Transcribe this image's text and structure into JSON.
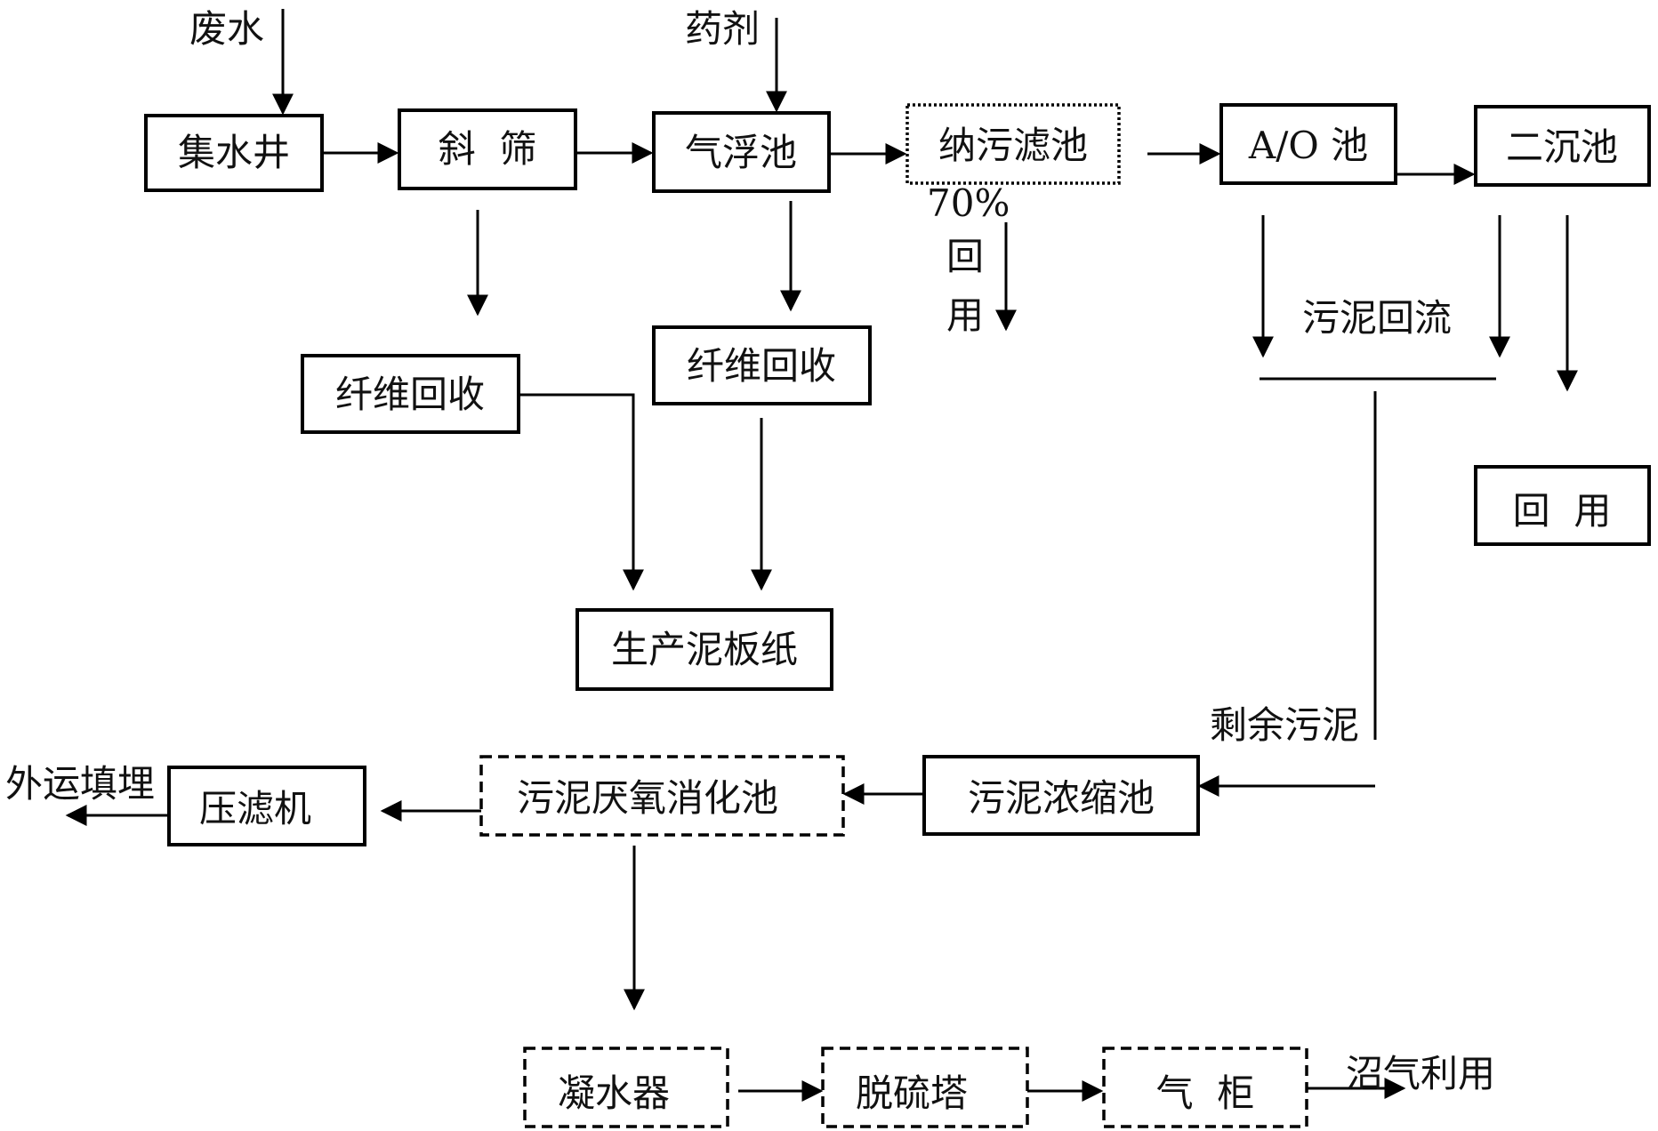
{
  "inputs": {
    "wastewater": "废水",
    "chemicals": "药剂"
  },
  "nodes": {
    "collection_well": "集水井",
    "inclined_screen": "斜  筛",
    "air_flotation": "气浮池",
    "nano_filter": "纳污滤池",
    "ao_tank": "A/O 池",
    "secondary_clarifier": "二沉池",
    "fiber_recovery_1": "纤维回收",
    "fiber_recovery_2": "纤维回收",
    "mud_board_paper": "生产泥板纸",
    "reuse_box": "回  用",
    "sludge_thickener": "污泥浓缩池",
    "anaerobic_digester": "污泥厌氧消化池",
    "filter_press": "压滤机",
    "condenser": "凝水器",
    "desulfurizer": "脱硫塔",
    "gas_holder": "气  柜"
  },
  "labels": {
    "percent_70": "70%",
    "reuse_hui": "回",
    "reuse_yong": "用",
    "sludge_return": "污泥回流",
    "excess_sludge": "剩余污泥",
    "landfill": "外运填埋",
    "biogas_use": "沼气利用"
  }
}
